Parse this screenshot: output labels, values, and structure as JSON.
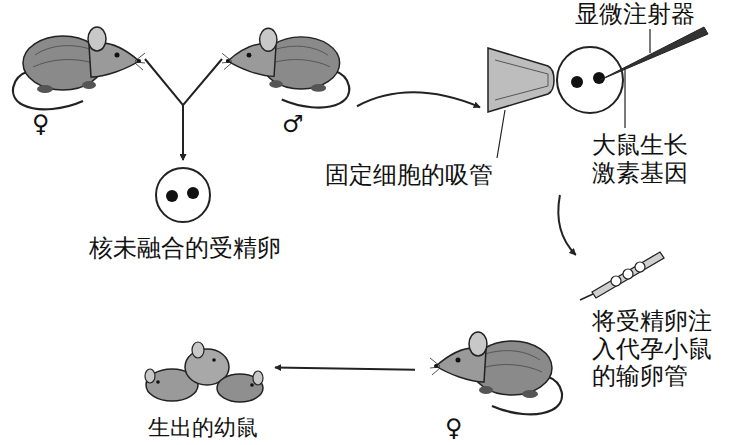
{
  "diagram": {
    "nodes": [
      {
        "text": [
          "♀"
        ]
      },
      {
        "text": [
          "♂"
        ]
      },
      {
        "text": [
          "核未融合的受精卵"
        ]
      },
      {
        "text": [
          "显微注射器",
          "固定细胞的吸管",
          "大鼠生长激素基因"
        ]
      },
      {
        "text": [
          "♀",
          "将受精卵注入代孕小鼠的输卵管"
        ]
      },
      {
        "text": [
          "生出的幼鼠"
        ]
      }
    ],
    "edges": [
      {
        "from": 0,
        "to": 2,
        "arrow": "to"
      },
      {
        "from": 1,
        "to": 2,
        "arrow": "to"
      },
      {
        "from": 1,
        "to": 3,
        "arrow": "to"
      },
      {
        "from": 3,
        "to": 4,
        "arrow": "to"
      },
      {
        "from": 4,
        "to": 5,
        "arrow": "to"
      }
    ]
  }
}
